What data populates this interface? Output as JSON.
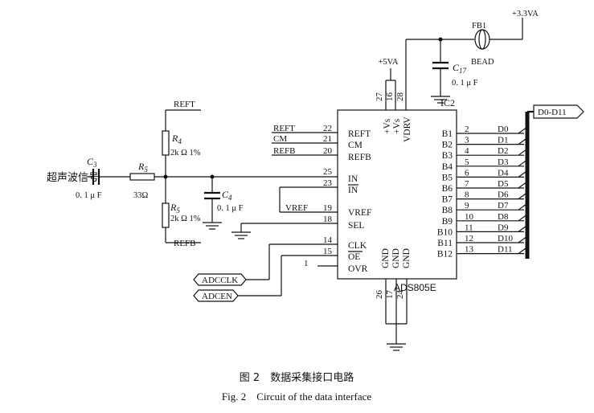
{
  "caption": {
    "cn": "图 2　数据采集接口电路",
    "en": "Fig. 2　Circuit of the data interface"
  },
  "chip": {
    "name": "ADS805E",
    "ic_label": "IC2",
    "left_pins": [
      {
        "num": "22",
        "label": "REFT"
      },
      {
        "num": "21",
        "label": "CM"
      },
      {
        "num": "20",
        "label": "REFB"
      },
      {
        "num": "25",
        "label": "IN"
      },
      {
        "num": "23",
        "label": "IN"
      },
      {
        "num": "19",
        "label": "VREF"
      },
      {
        "num": "18",
        "label": "SEL"
      },
      {
        "num": "14",
        "label": "CLK"
      },
      {
        "num": "15",
        "label": "OE"
      },
      {
        "num": "1",
        "label": "OVR"
      }
    ],
    "top_pins": [
      {
        "num": "27",
        "label": "+Vs"
      },
      {
        "num": "16",
        "label": "+Vs"
      },
      {
        "num": "28",
        "label": "VDRV"
      }
    ],
    "bottom_pins": [
      {
        "num": "26",
        "label": "GND"
      },
      {
        "num": "17",
        "label": "GND"
      },
      {
        "num": "24",
        "label": "GND"
      }
    ],
    "right_pins": [
      {
        "label": "B1",
        "num": "2",
        "net": "D0"
      },
      {
        "label": "B2",
        "num": "3",
        "net": "D1"
      },
      {
        "label": "B3",
        "num": "4",
        "net": "D2"
      },
      {
        "label": "B4",
        "num": "5",
        "net": "D3"
      },
      {
        "label": "B5",
        "num": "6",
        "net": "D4"
      },
      {
        "label": "B6",
        "num": "7",
        "net": "D5"
      },
      {
        "label": "B7",
        "num": "8",
        "net": "D6"
      },
      {
        "label": "B8",
        "num": "9",
        "net": "D7"
      },
      {
        "label": "B9",
        "num": "10",
        "net": "D8"
      },
      {
        "label": "B10",
        "num": "11",
        "net": "D9"
      },
      {
        "label": "B11",
        "num": "12",
        "net": "D10"
      },
      {
        "label": "B12",
        "num": "13",
        "net": "D11"
      }
    ]
  },
  "nets": {
    "reft_top": "REFT",
    "refb_bottom": "REFB",
    "reft_left": "REFT",
    "cm_left": "CM",
    "refb_left": "REFB",
    "vref": "VREF",
    "adcclk": "ADCCLK",
    "adcen": "ADCEN",
    "bus": "D0-D11",
    "v5": "+5VA",
    "v33": "+3.3VA",
    "input_signal": "超声波信号"
  },
  "components": {
    "c3": {
      "ref": "C",
      "sub": "3",
      "value": "0. 1 μ F"
    },
    "r5s": {
      "ref": "R",
      "sub": "5",
      "value": "33Ω"
    },
    "r4": {
      "ref": "R",
      "sub": "4",
      "value": "2k Ω 1%"
    },
    "r5": {
      "ref": "R",
      "sub": "5",
      "value": "2k Ω 1%"
    },
    "c4": {
      "ref": "C",
      "sub": "4",
      "value": "0. 1 μ F"
    },
    "c17": {
      "ref": "C",
      "sub": "17",
      "value": "0. 1 μ F"
    },
    "fb1": {
      "ref": "FB1",
      "value": "BEAD"
    }
  }
}
